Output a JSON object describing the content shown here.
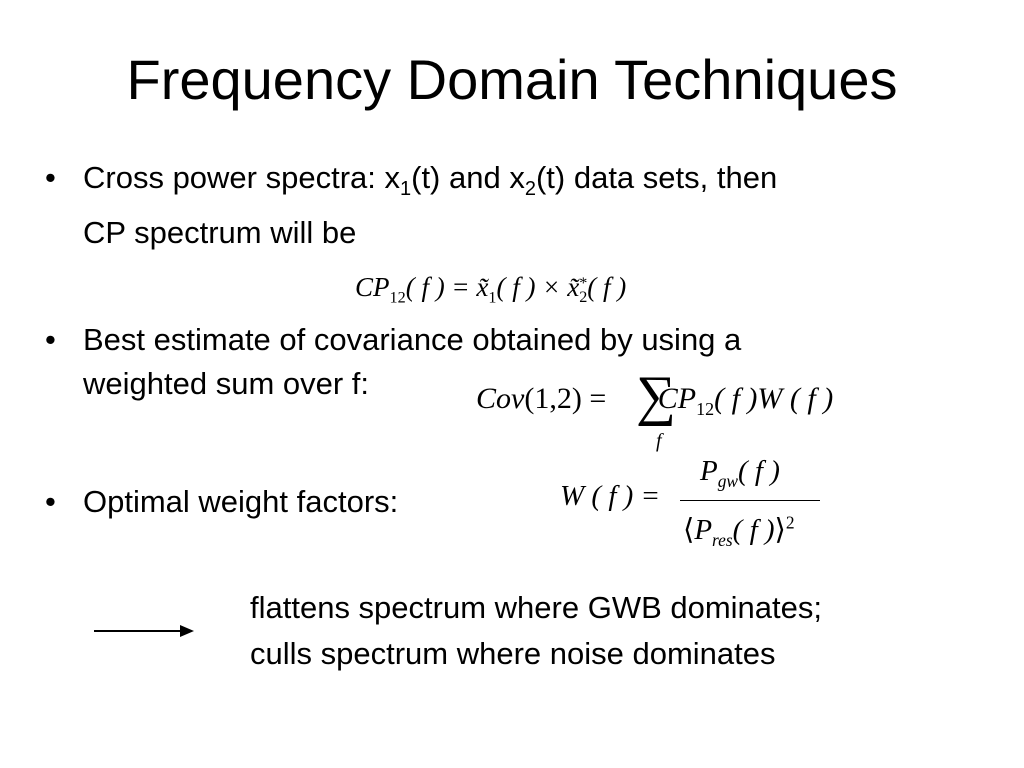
{
  "slide": {
    "title": "Frequency Domain Techniques",
    "bullet_char": "•",
    "bullets": [
      {
        "text_a": "Cross power spectra: x",
        "sub_1": "1",
        "text_b": "(t) and x",
        "sub_2": "2",
        "text_c": "(t) data sets, then",
        "line2": "CP spectrum will be"
      },
      {
        "line1": "Best estimate of covariance obtained by using a",
        "line2": "weighted sum over f:"
      },
      {
        "line1": "Optimal weight factors:"
      }
    ],
    "equations": {
      "cp": {
        "lhs": "CP",
        "lhs_sub": "12",
        "lhs_arg": "( f ) =",
        "x1": "x̃",
        "x1_sub": "1",
        "mid": "( f ) ×",
        "x2": "x̃",
        "x2_sup": "*",
        "x2_sub": "2",
        "end": "( f )"
      },
      "cov": {
        "lhs": "Cov",
        "args": "(1,2)",
        "eq": "=",
        "sum_symbol": "∑",
        "sum_index": "f",
        "term": "CP",
        "term_sub": "12",
        "term_rest": "( f )W ( f )"
      },
      "weight": {
        "lhs": "W ( f ) =",
        "num": "P",
        "num_sub": "gw",
        "num_arg": "( f )",
        "den_open": "⟨",
        "den": "P",
        "den_sub": "res",
        "den_arg": "( f )",
        "den_close": "⟩",
        "den_pow": "2"
      }
    },
    "note_lines": [
      "flattens spectrum where GWB dominates;",
      "culls spectrum where noise dominates"
    ]
  }
}
